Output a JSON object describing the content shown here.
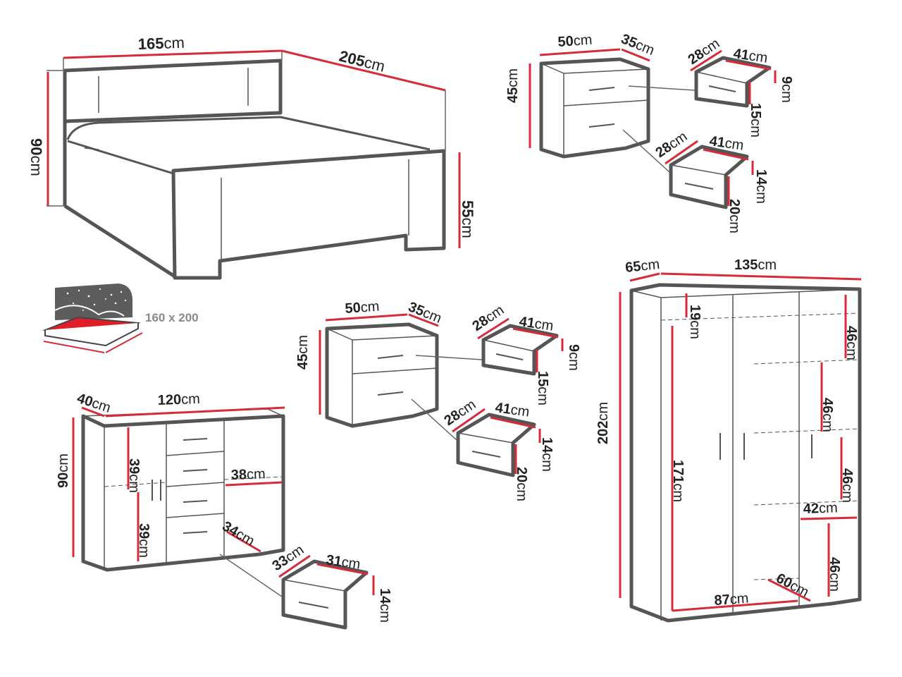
{
  "colors": {
    "outline": "#555555",
    "dimension": "#d62c3a",
    "thin": "#666666",
    "mattress": "#e01e28",
    "night": "#5d5d5d",
    "text": "#222222"
  },
  "icons": {
    "mattress": "mattress-night-icon"
  },
  "bed": {
    "width": "165",
    "length": "205",
    "height": "90",
    "foot_height": "55",
    "mattress_size": "160 x 200"
  },
  "nightstand_top": {
    "width": "50",
    "depth": "35",
    "height": "45",
    "drawer_small": {
      "depth": "28",
      "width": "41",
      "height_inner": "9",
      "height_front": "15"
    },
    "drawer_large": {
      "depth": "28",
      "width": "41",
      "height_inner": "14",
      "height_front": "20"
    }
  },
  "nightstand_mid": {
    "width": "50",
    "depth": "35",
    "height": "45",
    "drawer_small": {
      "depth": "28",
      "width": "41",
      "height_inner": "9",
      "height_front": "15"
    },
    "drawer_large": {
      "depth": "28",
      "width": "41",
      "height_inner": "14",
      "height_front": "20"
    }
  },
  "dresser": {
    "depth": "40",
    "width": "120",
    "height": "90",
    "shelf_upper": "39",
    "shelf_lower": "39",
    "side_width": "38",
    "side_depth": "34",
    "drawer": {
      "depth": "33",
      "width": "31",
      "height": "14"
    }
  },
  "wardrobe": {
    "depth": "65",
    "width": "135",
    "height": "202",
    "top_shelf": "19",
    "hanging": "171",
    "compartment_1": "46",
    "compartment_2": "46",
    "compartment_3": "46",
    "compartment_4": "46",
    "compartment_width": "42",
    "bottom_width": "87",
    "bottom_depth": "60"
  },
  "unit": "cm"
}
